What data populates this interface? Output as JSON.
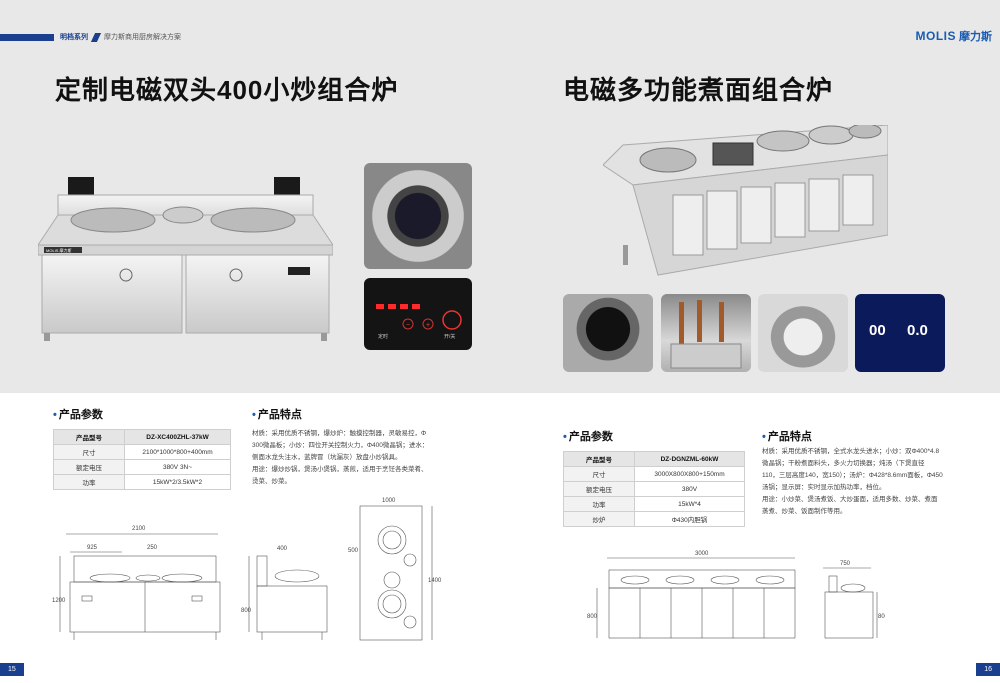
{
  "header": {
    "series": "明档系列",
    "subtitle": "摩力斯商用厨房解决方案",
    "logo_en": "MOLIS",
    "logo_cn": "摩力斯"
  },
  "left_page": {
    "title": "定制电磁双头400小炒组合炉",
    "params_heading": "产品参数",
    "features_heading": "产品特点",
    "table": {
      "header": [
        "产品型号",
        "DZ-XC400ZHL-37kW"
      ],
      "rows": [
        [
          "尺寸",
          "2100*1000*800+400mm"
        ],
        [
          "额定电压",
          "380V 3N~"
        ],
        [
          "功率",
          "15kW*2/3.5kW*2"
        ]
      ]
    },
    "features": [
      "材质：采用优质不锈钢，爆炒炉：触摸控制器，灵敏易控，Φ",
      "300微晶板；小炒：四位开关控制火力，Φ400微晶锅；进水：",
      "侧面水龙头注水，蓝牌冒（坑漏灰）放盘小炒锅具。",
      "用途：爆炒炒锅，煲汤小煲锅，蒸煎，适用于烹饪各类菜肴、",
      "烫菜、炒菜。"
    ],
    "screen_stove_label": "MOLIS 摩力斯",
    "panel_labels": [
      "−",
      "+",
      "定时",
      "开/关"
    ],
    "dims": [
      "2100",
      "925",
      "250",
      "1000",
      "1200",
      "800",
      "400",
      "1400",
      "500"
    ],
    "page_number": "15"
  },
  "right_page": {
    "title": "电磁多功能煮面组合炉",
    "params_heading": "产品参数",
    "features_heading": "产品特点",
    "table": {
      "header": [
        "产品型号",
        "DZ-DGNZML-60kW"
      ],
      "rows": [
        [
          "尺寸",
          "3000X800X800+150mm"
        ],
        [
          "额定电压",
          "380V"
        ],
        [
          "功率",
          "15kW*4"
        ],
        [
          "炒炉",
          "Φ430内胆锅"
        ]
      ]
    },
    "features": [
      "材质：采用优质不锈钢，全式水龙头进水；小炒：双Φ400*4.8",
      "微晶锅；干粉煮面料头，多火力切换器；炖汤（下煲直径",
      "110，三层高度140，宽150）；汤炉：Φ428*8.6mm面板，Φ450",
      "汤锅；显示屏：实时显示加热功率，档位。",
      "用途：小炒菜、煲汤煮饭、大炒蛋面，适用多数、炒菜、煮面",
      "蒸煮、炒菜、饭面制作等用。"
    ],
    "screen_readouts": [
      "00",
      "0.0"
    ],
    "dims": [
      "3000",
      "800",
      "750",
      "800"
    ],
    "page_number": "16"
  }
}
